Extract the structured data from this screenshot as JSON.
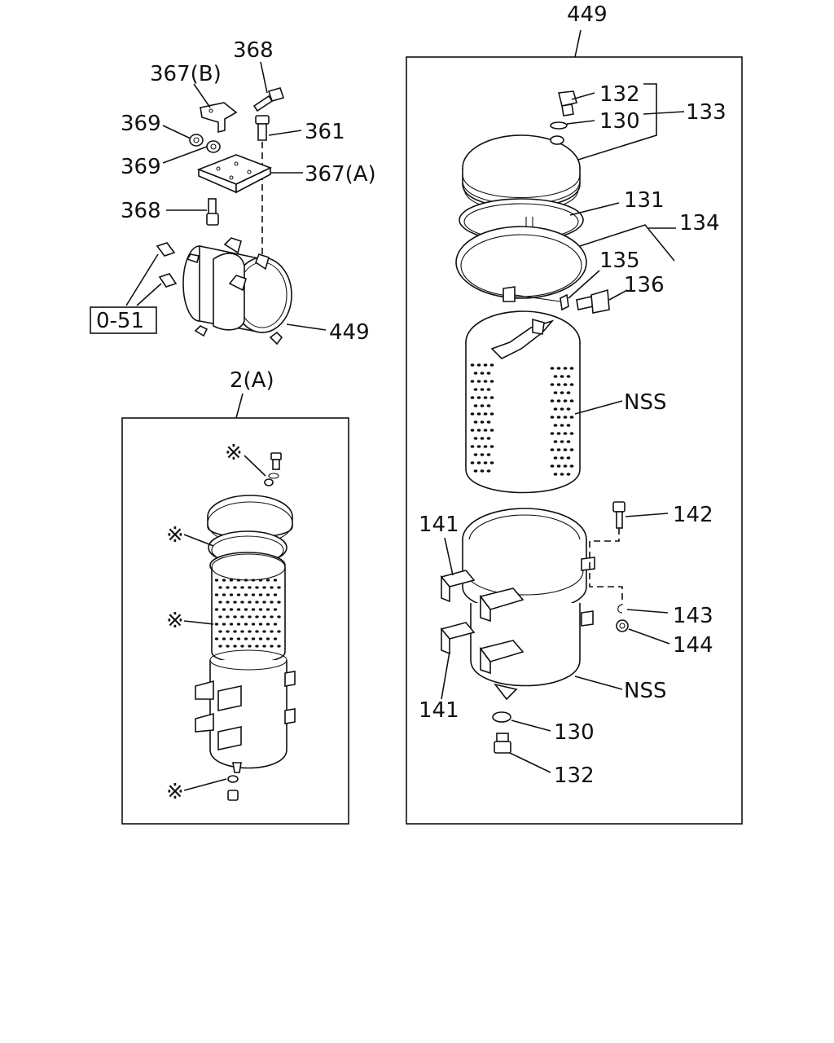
{
  "labels": {
    "top_449": "449",
    "l368_top": "368",
    "l367b": "367(B)",
    "l369_a": "369",
    "l369_b": "369",
    "l361": "361",
    "l367a": "367(A)",
    "l368_bot": "368",
    "ref_051": "0-51",
    "l449_assy": "449",
    "l2a": "2(A)",
    "ast1": "※",
    "ast2": "※",
    "ast3": "※",
    "ast4": "※",
    "r132_top": "132",
    "r130_top": "130",
    "r133": "133",
    "r131": "131",
    "r134": "134",
    "r135": "135",
    "r136": "136",
    "rnss_top": "NSS",
    "r141_top": "141",
    "r142": "142",
    "r143": "143",
    "r144": "144",
    "rnss_bot": "NSS",
    "r141_bot": "141",
    "r130_bot": "130",
    "r132_bot": "132"
  }
}
